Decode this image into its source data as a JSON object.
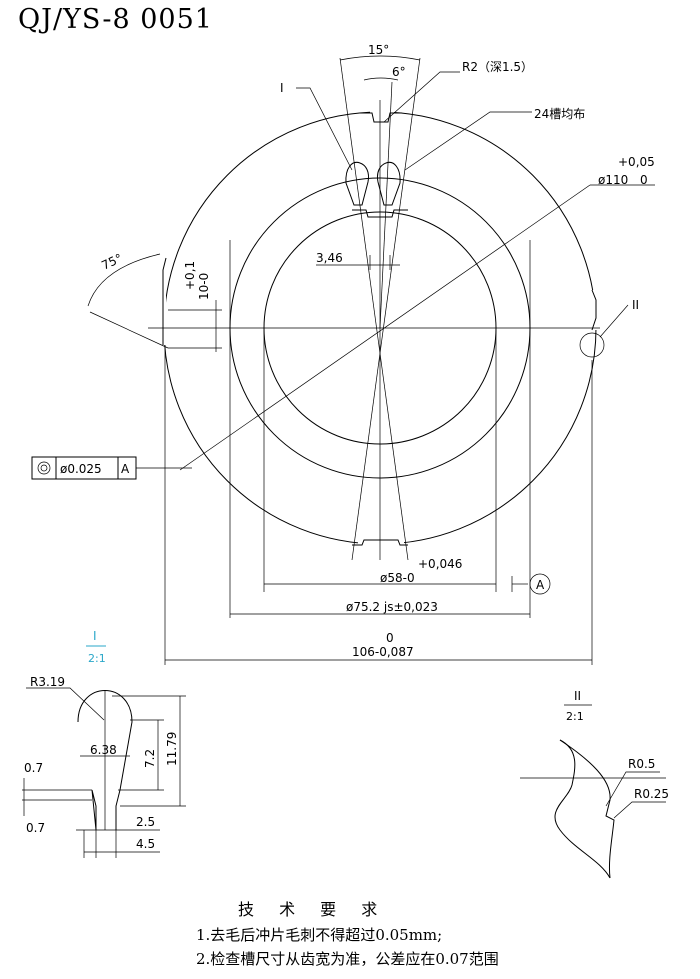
{
  "title": "QJ/YS-8 0051",
  "requirements": {
    "heading": "技 术 要 求",
    "items": [
      "1.去毛后冲片毛刺不得超过0.05mm;",
      "2.检查槽尺寸从齿宽为准，公差应在0.07范围"
    ]
  },
  "main_view": {
    "angle_15": "15°",
    "angle_6": "6°",
    "slot_radius": "R2（深1.5）",
    "slot_count": "24槽均布",
    "detail_ref_1": "I",
    "detail_ref_2": "II",
    "outer_dia": "ø110",
    "outer_tol_upper": "+0,05",
    "outer_tol_lower": "0",
    "width_346": "3,46",
    "angle_75": "75°",
    "key_tol": "+0,1",
    "key_dim": "10-0",
    "inner_dia": "ø58-0",
    "inner_tol": "+0,046",
    "mid_dia": "ø75.2 js±0,023",
    "overall_upper": "0",
    "overall_dim": "106-0,087",
    "datum": "A",
    "gdt_value": "ø0.025",
    "gdt_datum": "A"
  },
  "detail_1": {
    "label": "I",
    "scale": "2:1",
    "r319": "R3.19",
    "w638": "6.38",
    "h72": "7.2",
    "h1179": "11.79",
    "d07a": "0.7",
    "d07b": "0.7",
    "d25": "2.5",
    "d45": "4.5"
  },
  "detail_2": {
    "label": "II",
    "scale": "2:1",
    "r05": "R0.5",
    "r025": "R0.25"
  }
}
